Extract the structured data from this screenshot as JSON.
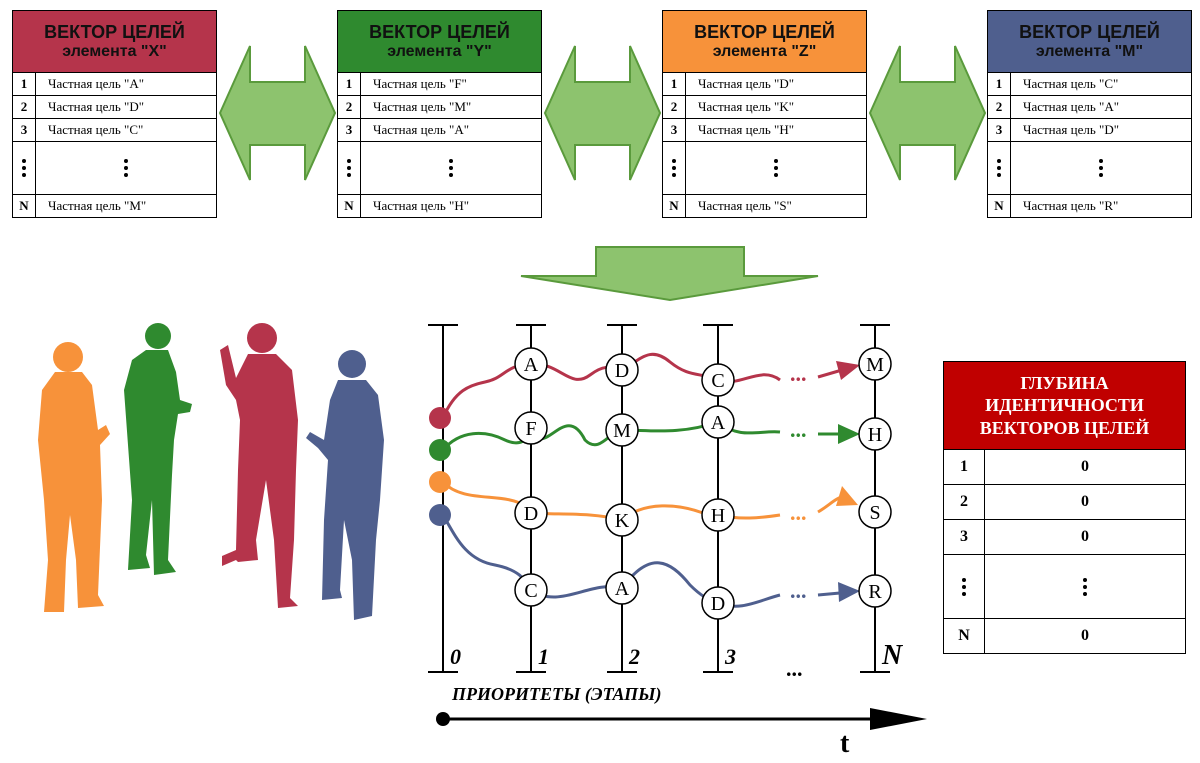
{
  "vectors": [
    {
      "title": "ВЕКТОР ЦЕЛЕЙ",
      "subtitle": "элемента \"X\"",
      "color": "#b5344b",
      "rows": [
        {
          "n": "1",
          "text": "Частная цель \"A\""
        },
        {
          "n": "2",
          "text": "Частная цель \"D\""
        },
        {
          "n": "3",
          "text": "Частная цель \"C\""
        },
        {
          "n": "N",
          "text": "Частная цель \"M\""
        }
      ]
    },
    {
      "title": "ВЕКТОР ЦЕЛЕЙ",
      "subtitle": "элемента \"Y\"",
      "color": "#2f8a2f",
      "rows": [
        {
          "n": "1",
          "text": "Частная цель \"F\""
        },
        {
          "n": "2",
          "text": "Частная цель \"M\""
        },
        {
          "n": "3",
          "text": "Частная цель \"A\""
        },
        {
          "n": "N",
          "text": "Частная цель \"H\""
        }
      ]
    },
    {
      "title": "ВЕКТОР ЦЕЛЕЙ",
      "subtitle": "элемента \"Z\"",
      "color": "#f7923a",
      "rows": [
        {
          "n": "1",
          "text": "Частная цель \"D\""
        },
        {
          "n": "2",
          "text": "Частная цель \"K\""
        },
        {
          "n": "3",
          "text": "Частная цель \"H\""
        },
        {
          "n": "N",
          "text": "Частная цель  \"S\""
        }
      ]
    },
    {
      "title": "ВЕКТОР ЦЕЛЕЙ",
      "subtitle": "элемента \"M\"",
      "color": "#4f5f8e",
      "rows": [
        {
          "n": "1",
          "text": "Частная цель \"C\""
        },
        {
          "n": "2",
          "text": "Частная цель \"A\""
        },
        {
          "n": "3",
          "text": "Частная цель \"D\""
        },
        {
          "n": "N",
          "text": "Частная цель \"R\""
        }
      ]
    }
  ],
  "depth_table": {
    "title_lines": [
      "ГЛУБИНА",
      "ИДЕНТИЧНОСТИ",
      "ВЕКТОРОВ ЦЕЛЕЙ"
    ],
    "header_color": "#c00000",
    "rows": [
      {
        "n": "1",
        "v": "0"
      },
      {
        "n": "2",
        "v": "0"
      },
      {
        "n": "3",
        "v": "0"
      },
      {
        "n": "N",
        "v": "0"
      }
    ]
  },
  "stages": [
    "0",
    "1",
    "2",
    "3",
    "N"
  ],
  "stage_ellipsis": "...",
  "continuation": "...",
  "axis_label": "ПРИОРИТЕТЫ (ЭТАПЫ)",
  "time_label": "t",
  "grid_nodes": {
    "row1": [
      "A",
      "D",
      "C",
      "M"
    ],
    "row2": [
      "F",
      "M",
      "A",
      "H"
    ],
    "row3": [
      "D",
      "K",
      "H",
      "S"
    ],
    "row4": [
      "C",
      "A",
      "D",
      "R"
    ]
  },
  "colors": {
    "red": "#b5344b",
    "green": "#2f8a2f",
    "orange": "#f7923a",
    "blue": "#4f5f8e",
    "arrow_green": "#8dc36e",
    "arrow_outline": "#5a9a3c"
  },
  "figures": [
    "orange-person",
    "green-person",
    "red-person",
    "blue-person"
  ]
}
